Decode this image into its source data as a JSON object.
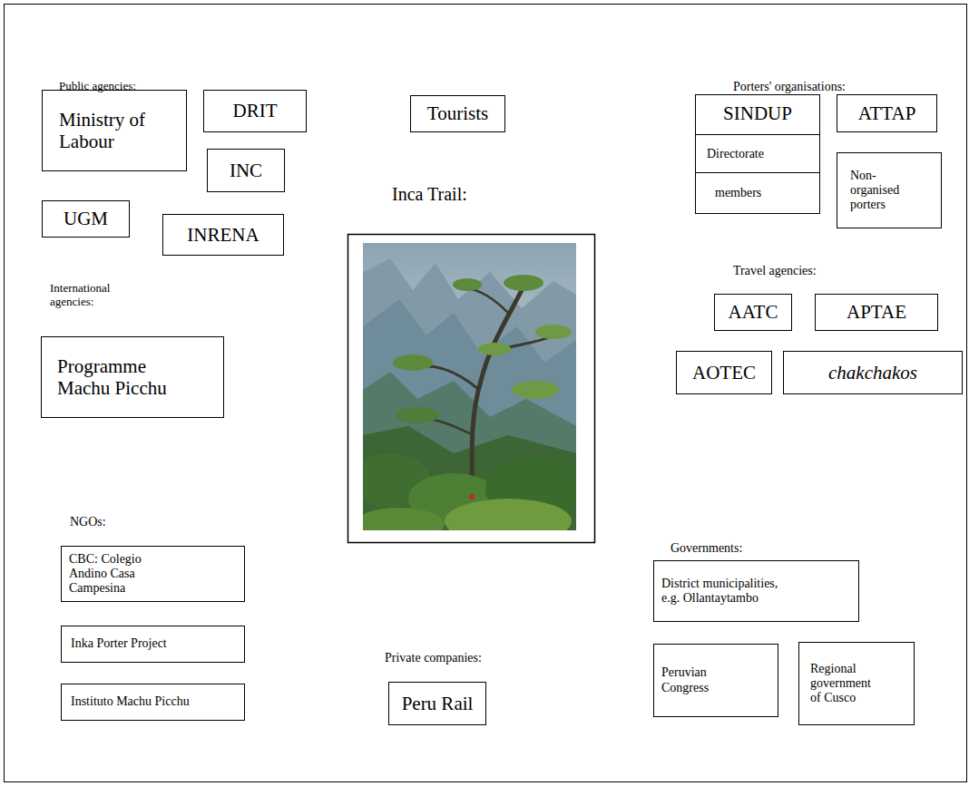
{
  "diagram": {
    "nodes": [
      {
        "text": [
          "Ministry of Labour"
        ]
      },
      {
        "text": [
          "DRIT"
        ]
      },
      {
        "text": [
          "INC"
        ]
      },
      {
        "text": [
          "UGM"
        ]
      },
      {
        "text": [
          "INRENA"
        ]
      },
      {
        "text": [
          "Tourists"
        ]
      },
      {
        "text": [
          "SINDUP"
        ]
      },
      {
        "text": [
          "Directorate"
        ],
        "in": 6
      },
      {
        "text": [
          "members"
        ],
        "in": 6
      },
      {
        "text": [
          "ATTAP"
        ]
      },
      {
        "text": [
          "Non-organised porters"
        ]
      },
      {
        "text": [
          "Programme Machu Picchu"
        ]
      },
      {
        "text": [
          "AATC"
        ]
      },
      {
        "text": [
          "APTAE"
        ]
      },
      {
        "text": [
          "AOTEC"
        ]
      },
      {
        "text": [
          "chakchakos"
        ]
      },
      {
        "text": [
          "CBC: Colegio Andino Casa Campesina"
        ]
      },
      {
        "text": [
          "Inka Porter Project"
        ]
      },
      {
        "text": [
          "Instituto Machu Picchu"
        ]
      },
      {
        "text": [
          "Peru Rail"
        ]
      },
      {
        "text": [
          "District municipalities, e.g. Ollantaytambo"
        ]
      },
      {
        "text": [
          "Peruvian Congress"
        ]
      },
      {
        "text": [
          "Regional government of Cusco"
        ]
      }
    ],
    "labels": [
      "Public agencies:",
      "Porters' organisations:",
      "Inca Trail:",
      "International agencies:",
      "Travel agencies:",
      "NGOs:",
      "Governments:",
      "Private companies:"
    ]
  }
}
